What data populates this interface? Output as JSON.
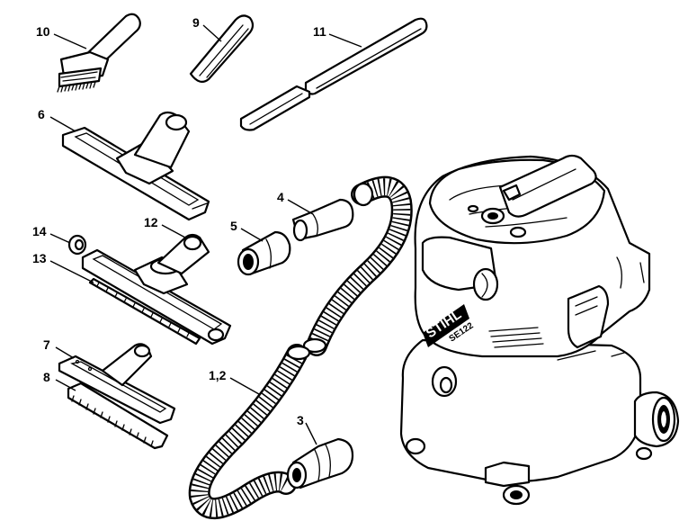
{
  "callouts": {
    "c10": "10",
    "c9": "9",
    "c11": "11",
    "c6": "6",
    "c4": "4",
    "c5": "5",
    "c14": "14",
    "c12": "12",
    "c13": "13",
    "c7": "7",
    "c8": "8",
    "c12a": "1,2",
    "c3": "3"
  },
  "vacuum_label": {
    "brand": "STIHL",
    "model": "SE122"
  }
}
